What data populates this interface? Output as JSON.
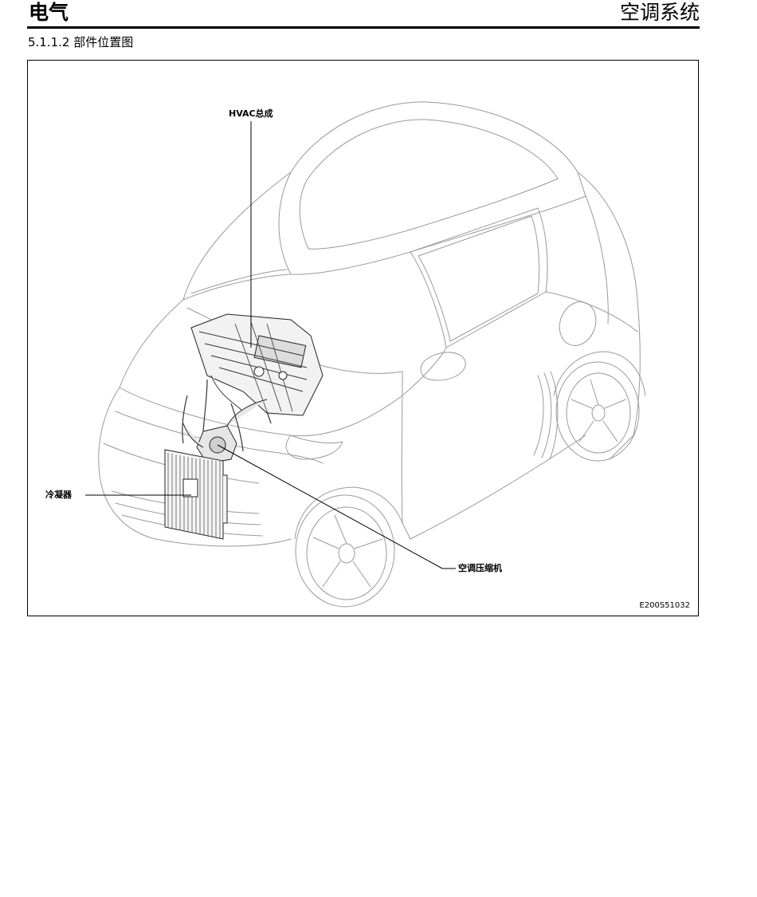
{
  "header": {
    "left_title": "电气",
    "right_title": "空调系统"
  },
  "section": {
    "title": "5.1.1.2 部件位置图"
  },
  "figure": {
    "callouts": {
      "hvac": "HVAC总成",
      "condenser": "冷凝器",
      "compressor": "空调压缩机"
    },
    "figure_id": "E200S51032"
  }
}
